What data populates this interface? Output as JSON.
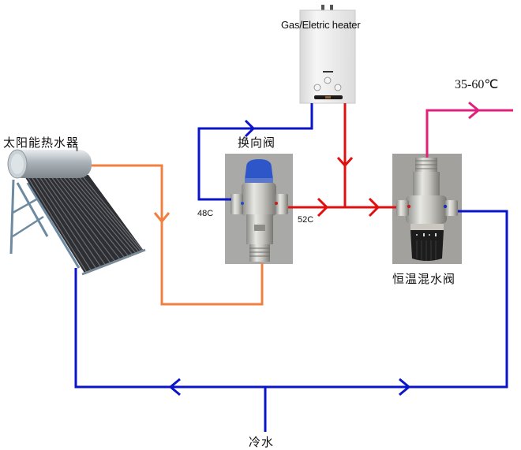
{
  "labels": {
    "heater": "Gas/Eletric heater",
    "solar_heater": "太阳能热水器",
    "diverter_valve": "换向阀",
    "mixing_valve": "恒温混水阀",
    "cold_water": "冷水",
    "temp_in": "48C",
    "temp_out": "52C",
    "outlet_range": "35-60℃"
  },
  "colors": {
    "cold": "#0a14c8",
    "hot": "#e01010",
    "solar": "#f08040",
    "mixed": "#e0207a"
  },
  "components": [
    {
      "id": "solar-water-heater",
      "icon": "solar-collector-icon"
    },
    {
      "id": "gas-electric-heater",
      "icon": "water-heater-icon"
    },
    {
      "id": "diverter-valve",
      "icon": "valve-icon"
    },
    {
      "id": "thermostatic-mixing-valve",
      "icon": "mixing-valve-icon"
    }
  ]
}
